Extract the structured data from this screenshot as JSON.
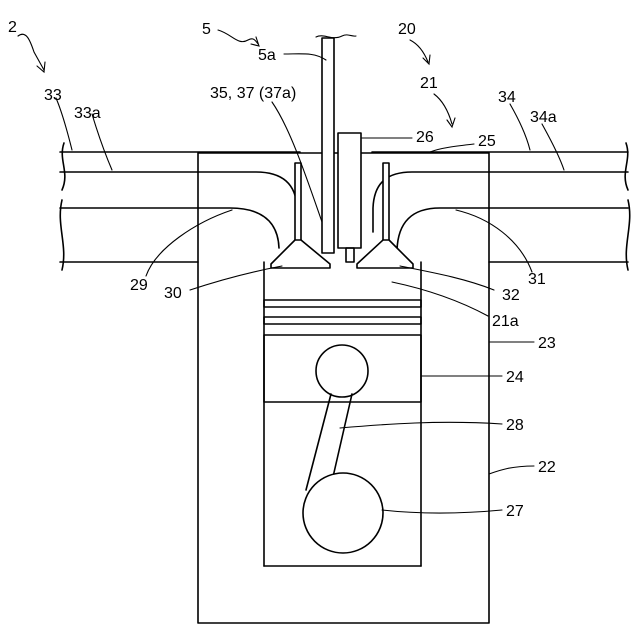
{
  "labels": {
    "l2": "2",
    "l5": "5",
    "l5a": "5a",
    "l20": "20",
    "l21": "21",
    "l33": "33",
    "l33a": "33a",
    "l34": "34",
    "l34a": "34a",
    "l35": "35, 37 (37a)",
    "l26": "26",
    "l25": "25",
    "l29": "29",
    "l30": "30",
    "l32": "32",
    "l31": "31",
    "l21a": "21a",
    "l23": "23",
    "l24": "24",
    "l28": "28",
    "l22": "22",
    "l27": "27"
  },
  "colors": {
    "line": "#000000",
    "background": "#ffffff"
  }
}
